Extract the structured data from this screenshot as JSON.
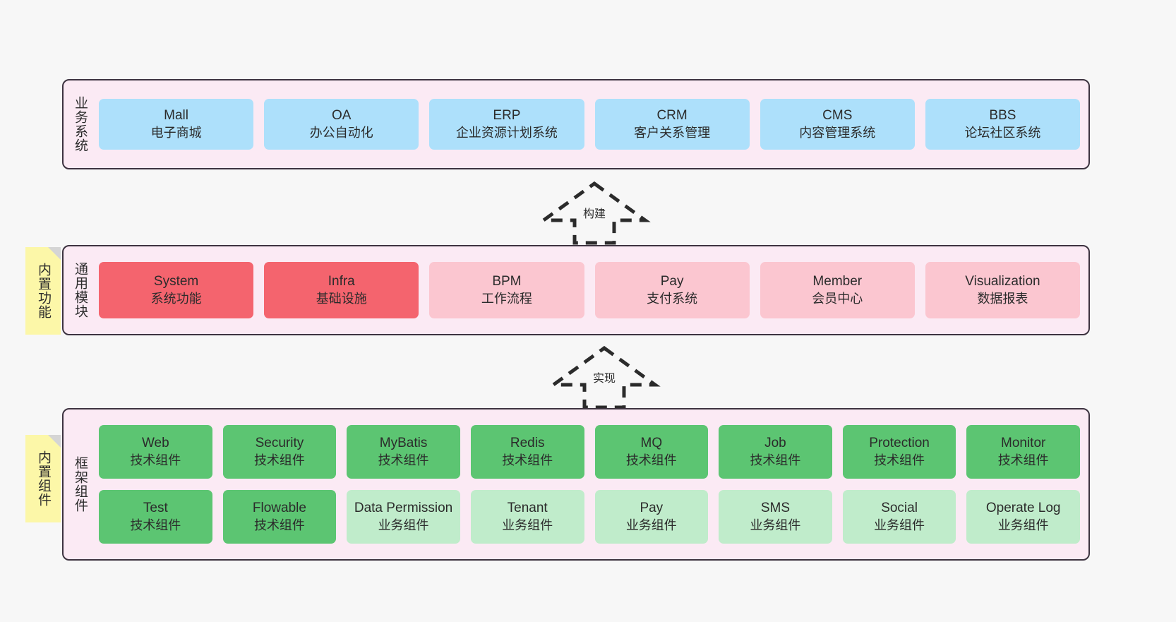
{
  "layers": [
    {
      "id": "business",
      "title": "业务系统",
      "rows": [
        [
          {
            "name": "Mall",
            "desc": "电子商城",
            "style": "c-blue"
          },
          {
            "name": "OA",
            "desc": "办公自动化",
            "style": "c-blue"
          },
          {
            "name": "ERP",
            "desc": "企业资源计划系统",
            "style": "c-blue"
          },
          {
            "name": "CRM",
            "desc": "客户关系管理",
            "style": "c-blue"
          },
          {
            "name": "CMS",
            "desc": "内容管理系统",
            "style": "c-blue"
          },
          {
            "name": "BBS",
            "desc": "论坛社区系统",
            "style": "c-blue"
          }
        ]
      ]
    },
    {
      "id": "modules",
      "title": "通用模块",
      "rows": [
        [
          {
            "name": "System",
            "desc": "系统功能",
            "style": "c-red"
          },
          {
            "name": "Infra",
            "desc": "基础设施",
            "style": "c-red"
          },
          {
            "name": "BPM",
            "desc": "工作流程",
            "style": "c-pink"
          },
          {
            "name": "Pay",
            "desc": "支付系统",
            "style": "c-pink"
          },
          {
            "name": "Member",
            "desc": "会员中心",
            "style": "c-pink"
          },
          {
            "name": "Visualization",
            "desc": "数据报表",
            "style": "c-pink"
          }
        ]
      ]
    },
    {
      "id": "framework",
      "title": "框架组件",
      "rows": [
        [
          {
            "name": "Web",
            "desc": "技术组件",
            "style": "c-green"
          },
          {
            "name": "Security",
            "desc": "技术组件",
            "style": "c-green"
          },
          {
            "name": "MyBatis",
            "desc": "技术组件",
            "style": "c-green"
          },
          {
            "name": "Redis",
            "desc": "技术组件",
            "style": "c-green"
          },
          {
            "name": "MQ",
            "desc": "技术组件",
            "style": "c-green"
          },
          {
            "name": "Job",
            "desc": "技术组件",
            "style": "c-green"
          },
          {
            "name": "Protection",
            "desc": "技术组件",
            "style": "c-green"
          },
          {
            "name": "Monitor",
            "desc": "技术组件",
            "style": "c-green"
          }
        ],
        [
          {
            "name": "Test",
            "desc": "技术组件",
            "style": "c-green"
          },
          {
            "name": "Flowable",
            "desc": "技术组件",
            "style": "c-green"
          },
          {
            "name": "Data Permission",
            "desc": "业务组件",
            "style": "c-greenlight"
          },
          {
            "name": "Tenant",
            "desc": "业务组件",
            "style": "c-greenlight"
          },
          {
            "name": "Pay",
            "desc": "业务组件",
            "style": "c-greenlight"
          },
          {
            "name": "SMS",
            "desc": "业务组件",
            "style": "c-greenlight"
          },
          {
            "name": "Social",
            "desc": "业务组件",
            "style": "c-greenlight"
          },
          {
            "name": "Operate Log",
            "desc": "业务组件",
            "style": "c-greenlight"
          }
        ]
      ]
    }
  ],
  "connectors": [
    {
      "id": "build",
      "label": "构建"
    },
    {
      "id": "implement",
      "label": "实现"
    }
  ],
  "notes": [
    {
      "id": "builtin-features",
      "text": "内置功能"
    },
    {
      "id": "builtin-components",
      "text": "内置组件"
    }
  ],
  "colors": {
    "canvas": "#f7f7f7",
    "layer_bg": "#fbeaf4",
    "layer_border": "#3d3340",
    "business_card": "#ade0fb",
    "module_core": "#f4646e",
    "module_optional": "#fbc6d0",
    "framework_tech": "#5cc572",
    "framework_biz": "#c0eccb",
    "note": "#fcf7a8",
    "note_fold": "#d5d5d5",
    "text": "#2b2b2b"
  }
}
